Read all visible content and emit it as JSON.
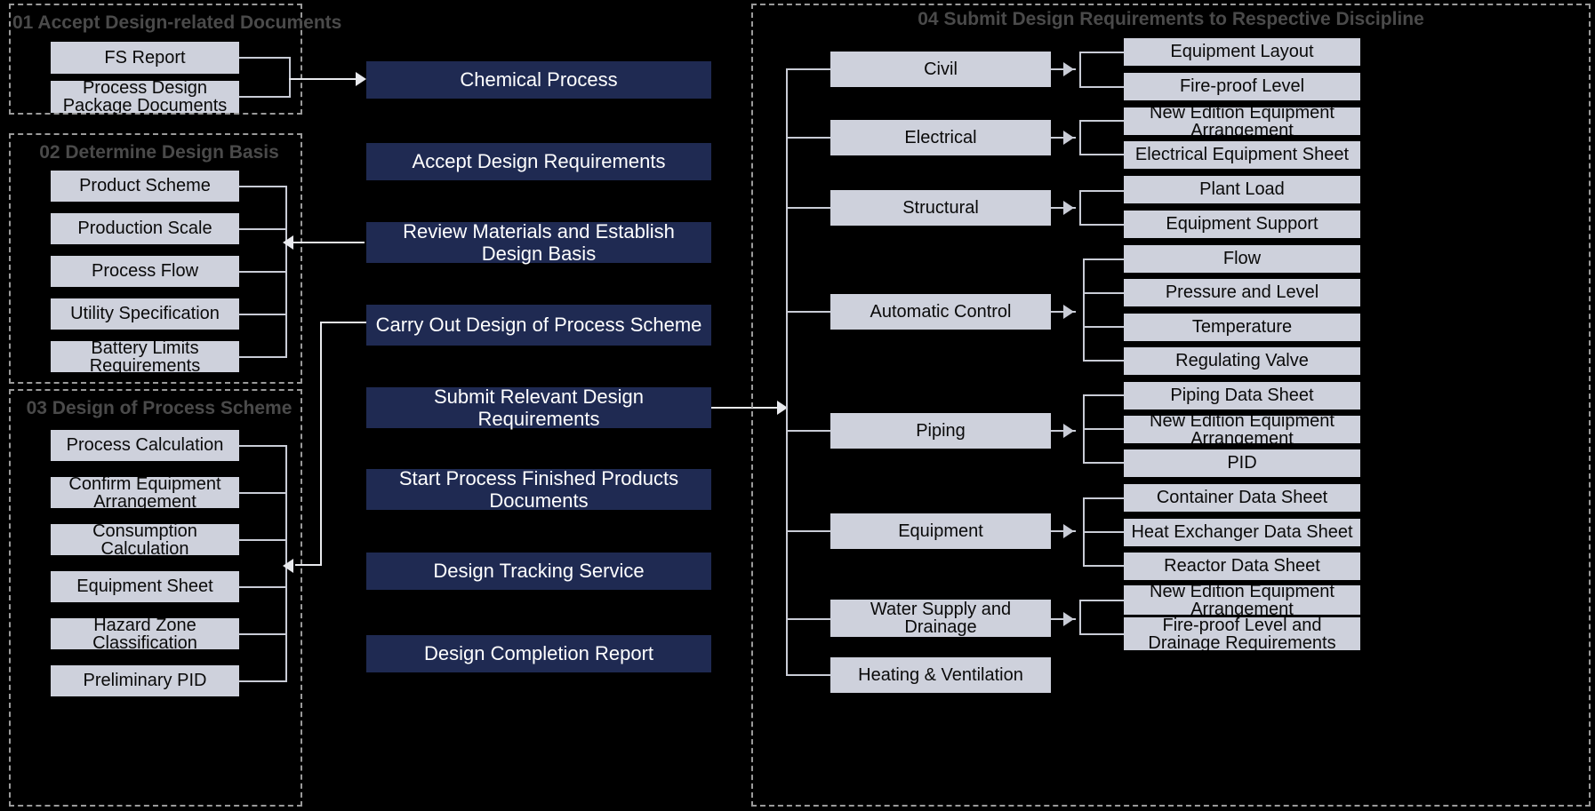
{
  "diagram": {
    "title_colors": {
      "background": "#000000",
      "group_border": "#9a9a9a",
      "group_title": "#4a4a4a",
      "item_box": "#ced1dc",
      "item_text": "#0a0a0a",
      "process_box": "#1f2a52",
      "process_text": "#ffffff",
      "connector": "#c9ccd6"
    }
  },
  "groups": [
    {
      "id": "g01",
      "label": "01 Accept Design-related Documents"
    },
    {
      "id": "g02",
      "label": "02 Determine Design Basis"
    },
    {
      "id": "g03",
      "label": "03 Design of Process Scheme"
    },
    {
      "id": "g04",
      "label": "04 Submit Design Requirements to Respective Discipline"
    }
  ],
  "group01_items": [
    {
      "label": "FS Report"
    },
    {
      "label": "Process Design Package Documents"
    }
  ],
  "group02_items": [
    {
      "label": "Product  Scheme"
    },
    {
      "label": "Production Scale"
    },
    {
      "label": "Process Flow"
    },
    {
      "label": "Utility Specification"
    },
    {
      "label": "Battery Limits Requirements"
    }
  ],
  "group03_items": [
    {
      "label": "Process Calculation"
    },
    {
      "label": "Confirm Equipment Arrangement"
    },
    {
      "label": "Consumption Calculation"
    },
    {
      "label": "Equipment Sheet"
    },
    {
      "label": "Hazard Zone Classification"
    },
    {
      "label": "Preliminary PID"
    }
  ],
  "process_steps": [
    {
      "label": "Chemical Process"
    },
    {
      "label": "Accept Design Requirements"
    },
    {
      "label": "Review Materials and Establish Design Basis"
    },
    {
      "label": "Carry Out Design of Process Scheme"
    },
    {
      "label": "Submit Relevant Design Requirements"
    },
    {
      "label": "Start Process Finished Products Documents"
    },
    {
      "label": "Design Tracking Service"
    },
    {
      "label": "Design Completion Report"
    }
  ],
  "disciplines": [
    {
      "label": "Civil"
    },
    {
      "label": "Electrical"
    },
    {
      "label": "Structural"
    },
    {
      "label": "Automatic Control"
    },
    {
      "label": "Piping"
    },
    {
      "label": "Equipment"
    },
    {
      "label": "Water Supply and Drainage"
    },
    {
      "label": "Heating & Ventilation"
    }
  ],
  "deliverables": [
    {
      "label": "Equipment Layout"
    },
    {
      "label": "Fire-proof Level"
    },
    {
      "label": "New Edition Equipment Arrangement"
    },
    {
      "label": "Electrical Equipment Sheet"
    },
    {
      "label": "Plant Load"
    },
    {
      "label": "Equipment Support"
    },
    {
      "label": "Flow"
    },
    {
      "label": "Pressure and Level"
    },
    {
      "label": "Temperature"
    },
    {
      "label": "Regulating Valve"
    },
    {
      "label": "Piping Data Sheet"
    },
    {
      "label": "New Edition Equipment Arrangement"
    },
    {
      "label": "PID"
    },
    {
      "label": "Container Data Sheet"
    },
    {
      "label": "Heat Exchanger Data Sheet"
    },
    {
      "label": "Reactor Data Sheet"
    },
    {
      "label": "New Edition Equipment Arrangement"
    },
    {
      "label": "Fire-proof Level and Drainage Requirements"
    }
  ]
}
